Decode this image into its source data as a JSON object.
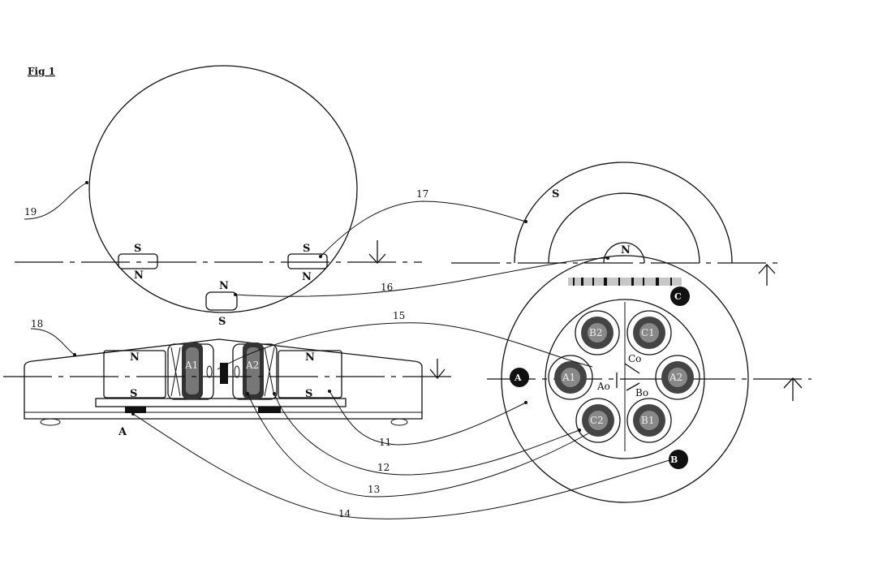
{
  "figure_title": "Fig 1",
  "reference_numerals": {
    "n11": "11",
    "n12": "12",
    "n13": "13",
    "n14": "14",
    "n15": "15",
    "n16": "16",
    "n17": "17",
    "n18": "18",
    "n19": "19"
  },
  "pole_labels": {
    "south": "S",
    "north": "N"
  },
  "terminal_labels": {
    "a": "A",
    "b": "B",
    "c": "C"
  },
  "coil_labels": {
    "a1": "A1",
    "a2": "A2",
    "b1": "B1",
    "b2": "B2",
    "c1": "C1",
    "c2": "C2"
  },
  "neutral_labels": {
    "ao": "Ao",
    "bo": "Bo",
    "co": "Co"
  },
  "bottom_label": "A"
}
